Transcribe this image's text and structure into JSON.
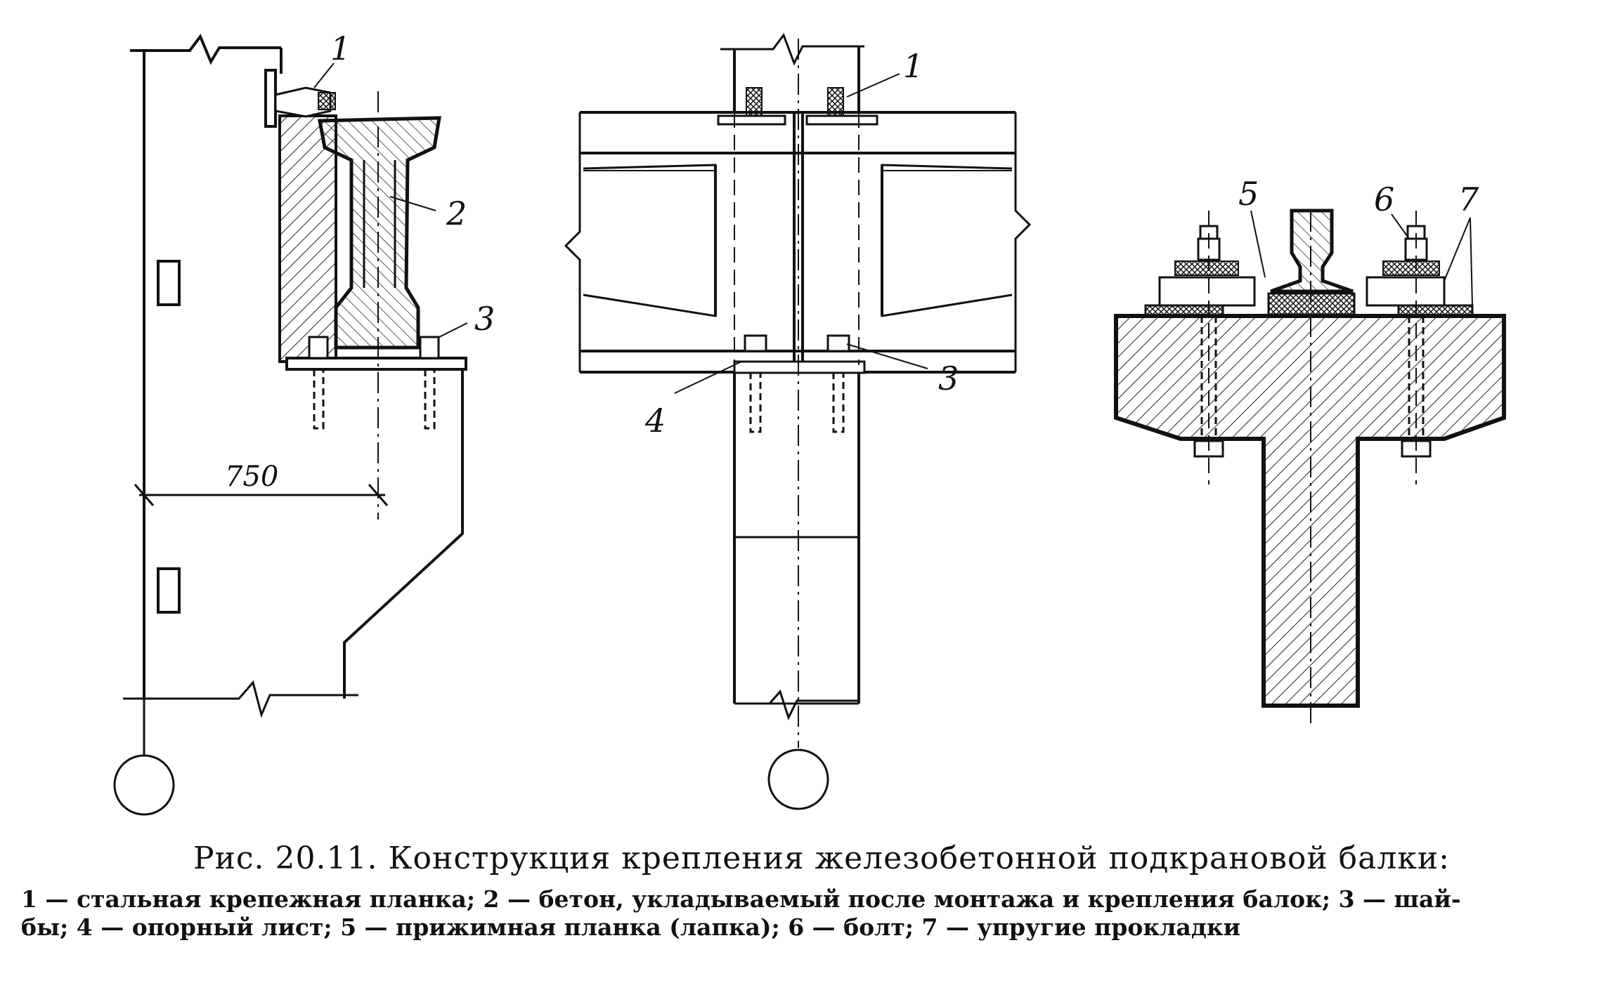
{
  "drawing": {
    "labels": {
      "n1a": "1",
      "n2": "2",
      "n3a": "3",
      "dimension": "750",
      "n1b": "1",
      "n4": "4",
      "n3b": "3",
      "n5": "5",
      "n6": "6",
      "n7": "7"
    }
  },
  "caption": {
    "title": "Рис. 20.11. Конструкция крепления железобетонной подкрановой балки:",
    "legend_line1": "1 — стальная крепежная планка; 2 — бетон, укладываемый после монтажа и крепления балок; 3 — шай-",
    "legend_line2": "бы; 4 — опорный лист; 5 — прижимная планка (лапка); 6 — болт; 7 — упругие прокладки"
  }
}
